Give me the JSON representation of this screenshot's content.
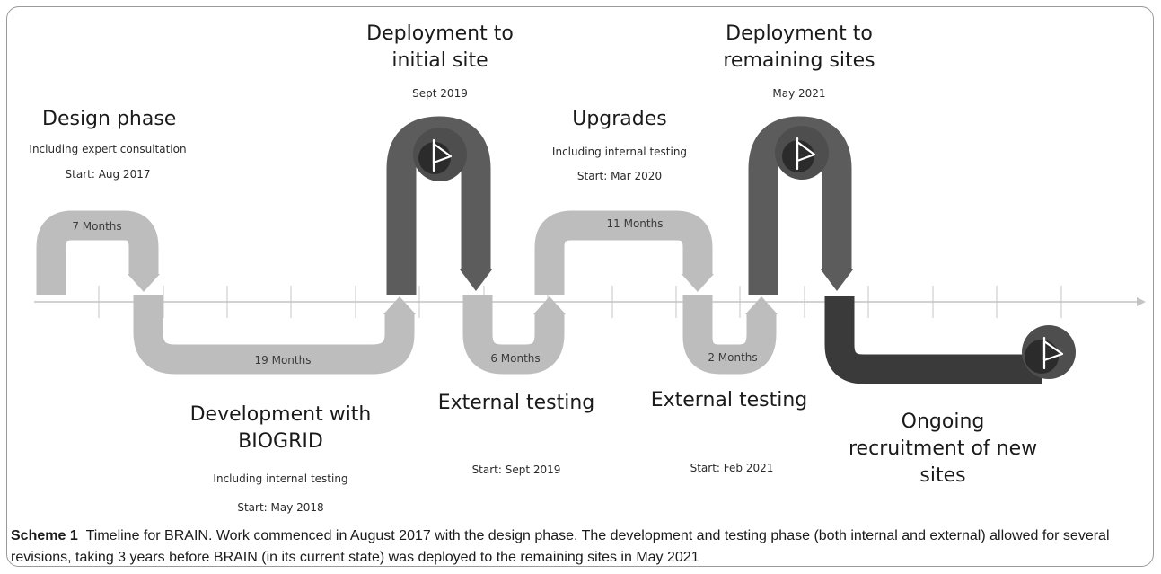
{
  "colors": {
    "light": "#bdbdbd",
    "medium": "#5c5c5c",
    "dark": "#3a3a3a",
    "axis": "#c4c4c4",
    "flag_circle": "#4e4e4e",
    "flag_inner": "#2b2b2b"
  },
  "phases": {
    "design": {
      "title": "Design phase",
      "note": "Including expert consultation",
      "start": "Start: Aug 2017",
      "duration": "7 Months"
    },
    "development": {
      "title_line1": "Development with",
      "title_line2": "BIOGRID",
      "note": "Including internal testing",
      "start": "Start: May 2018",
      "duration": "19 Months"
    },
    "deploy_initial": {
      "title_line1": "Deployment to",
      "title_line2": "initial site",
      "date": "Sept 2019"
    },
    "external_testing_1": {
      "title": "External testing",
      "start": "Start: Sept 2019",
      "duration": "6 Months"
    },
    "upgrades": {
      "title": "Upgrades",
      "note": "Including internal testing",
      "start": "Start: Mar 2020",
      "duration": "11 Months"
    },
    "external_testing_2": {
      "title": "External testing",
      "start": "Start: Feb 2021",
      "duration": "2 Months"
    },
    "deploy_remaining": {
      "title_line1": "Deployment to",
      "title_line2": "remaining sites",
      "date": "May 2021"
    },
    "ongoing": {
      "title_line1": "Ongoing",
      "title_line2": "recruitment of new",
      "title_line3": "sites"
    }
  },
  "caption": {
    "label": "Scheme 1",
    "text": "Timeline for BRAIN. Work commenced in August 2017 with the design phase. The development and testing phase (both internal and external) allowed for several revisions, taking 3 years before BRAIN (in its current state) was deployed to the remaining sites in May 2021"
  }
}
